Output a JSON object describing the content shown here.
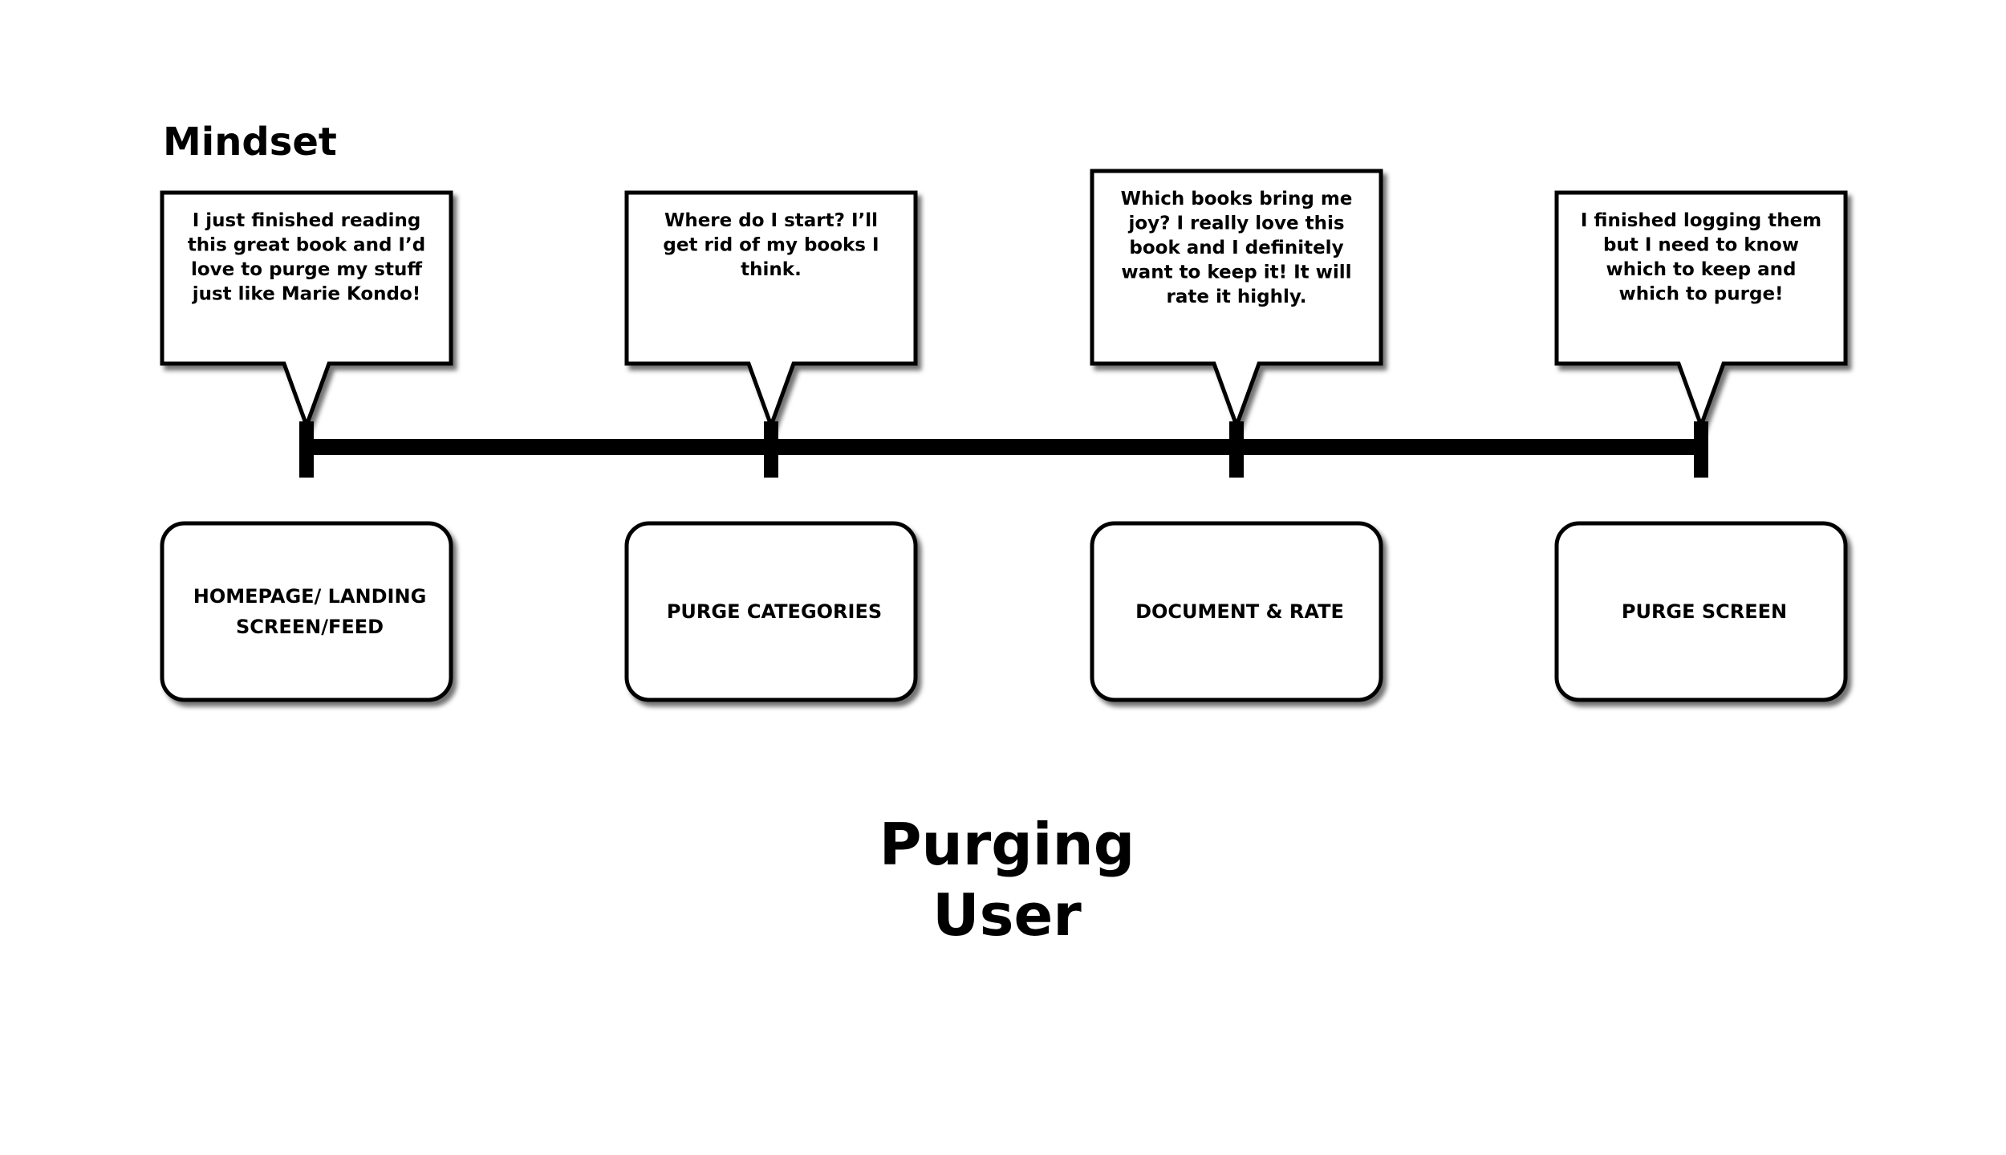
{
  "heading": "Mindset",
  "footer_title": [
    "Purging",
    "User"
  ],
  "stages": [
    {
      "mindset": [
        "I just finished reading",
        "this great book and I’d",
        "love to purge my stuff",
        "just like Marie Kondo!"
      ],
      "screen": [
        "HOMEPAGE/ LANDING",
        "SCREEN/FEED"
      ]
    },
    {
      "mindset": [
        "Where do I start?  I’ll",
        "get rid of my books I",
        "think."
      ],
      "screen": [
        "PURGE CATEGORIES"
      ]
    },
    {
      "mindset": [
        "Which books bring me",
        "joy?  I really love this",
        "book and I definitely",
        "want to keep it!  It will",
        "rate it highly."
      ],
      "screen": [
        "DOCUMENT & RATE"
      ]
    },
    {
      "mindset": [
        "I finished logging them",
        "but I need to know",
        "which to keep and",
        "which to purge!"
      ],
      "screen": [
        "PURGE SCREEN"
      ]
    }
  ],
  "colors": {
    "ink": "#000000",
    "background": "#ffffff",
    "shadow": "#3a3a3a"
  }
}
